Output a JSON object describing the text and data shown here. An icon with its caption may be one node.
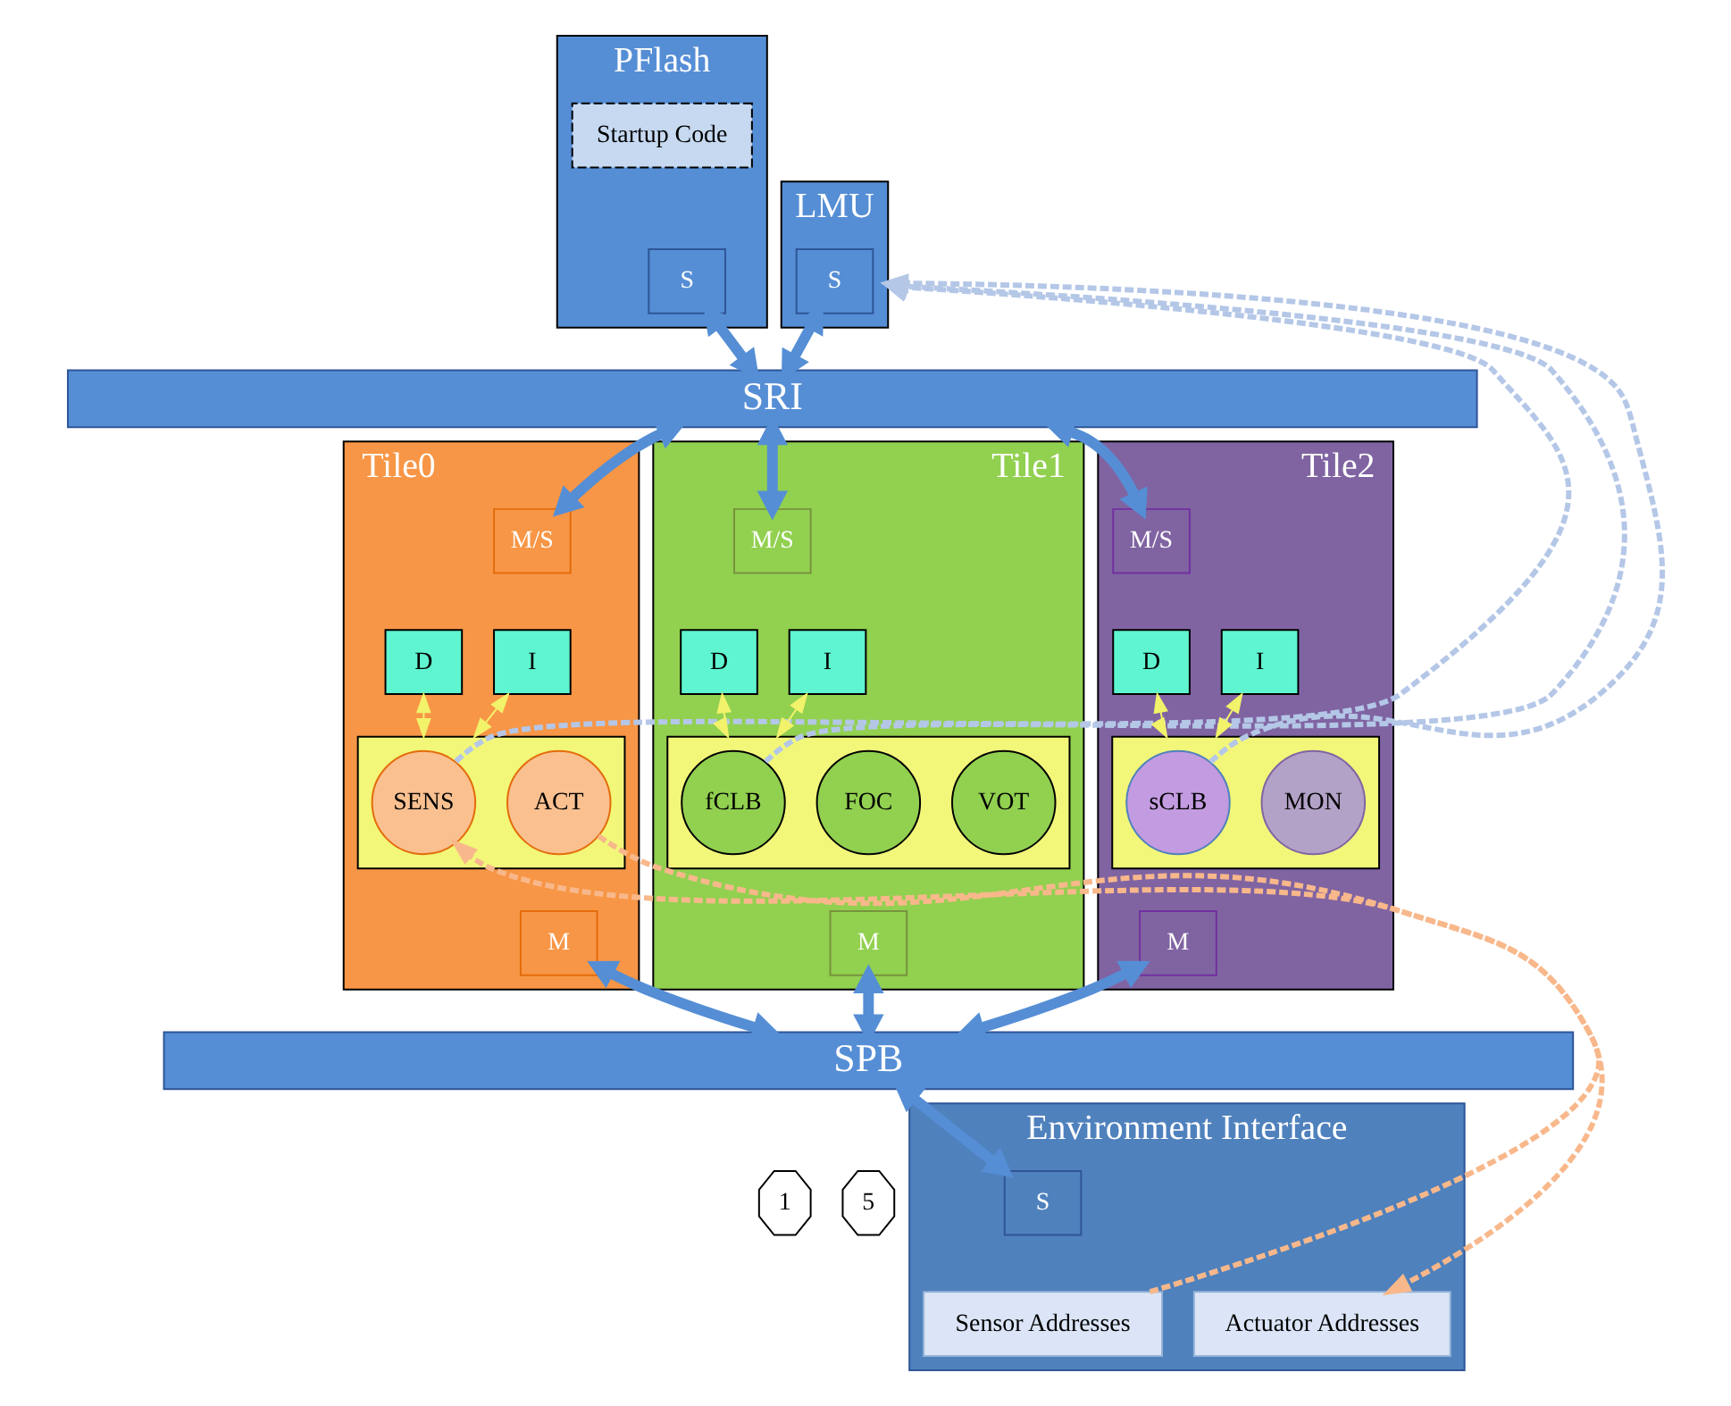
{
  "diagram": {
    "nodes": [
      {
        "text": [
          "PFlash"
        ]
      },
      {
        "text": [
          "Startup Code"
        ],
        "in": 0
      },
      {
        "text": [
          "S"
        ],
        "in": 0
      },
      {
        "text": [
          "LMU"
        ]
      },
      {
        "text": [
          "S"
        ],
        "in": 3
      },
      {
        "text": [
          "SRI"
        ]
      },
      {
        "text": [
          "Tile0"
        ]
      },
      {
        "text": [
          "M/S"
        ],
        "in": 6
      },
      {
        "text": [
          "D"
        ],
        "in": 6
      },
      {
        "text": [
          "I"
        ],
        "in": 6
      },
      {
        "text": [],
        "shape": "box",
        "in": 6
      },
      {
        "text": [
          "SENS"
        ],
        "in": 10
      },
      {
        "text": [
          "ACT"
        ],
        "in": 10
      },
      {
        "text": [
          "M"
        ],
        "in": 6
      },
      {
        "text": [
          "Tile1"
        ]
      },
      {
        "text": [
          "M/S"
        ],
        "in": 14
      },
      {
        "text": [
          "D"
        ],
        "in": 14
      },
      {
        "text": [
          "I"
        ],
        "in": 14
      },
      {
        "text": [],
        "shape": "box",
        "in": 14
      },
      {
        "text": [
          "fCLB"
        ],
        "in": 18
      },
      {
        "text": [
          "FOC"
        ],
        "in": 18
      },
      {
        "text": [
          "VOT"
        ],
        "in": 18
      },
      {
        "text": [
          "M"
        ],
        "in": 14
      },
      {
        "text": [
          "Tile2"
        ]
      },
      {
        "text": [
          "M/S"
        ],
        "in": 23
      },
      {
        "text": [
          "D"
        ],
        "in": 23
      },
      {
        "text": [
          "I"
        ],
        "in": 23
      },
      {
        "text": [],
        "shape": "box",
        "in": 23
      },
      {
        "text": [
          "sCLB"
        ],
        "in": 27
      },
      {
        "text": [
          "MON"
        ],
        "in": 27
      },
      {
        "text": [
          "M"
        ],
        "in": 23
      },
      {
        "text": [
          "SPB"
        ]
      },
      {
        "text": [
          "1"
        ]
      },
      {
        "text": [
          "5"
        ]
      },
      {
        "text": [
          "Environment Interface"
        ]
      },
      {
        "text": [
          "S"
        ],
        "in": 34
      },
      {
        "text": [
          "Sensor Addresses"
        ],
        "in": 34
      },
      {
        "text": [
          "Actuator Addresses"
        ],
        "in": 34
      }
    ],
    "edges": [
      {
        "from": 2,
        "to": 5,
        "arrow": "both",
        "style": "thick"
      },
      {
        "from": 4,
        "to": 5,
        "arrow": "both",
        "style": "thick"
      },
      {
        "from": 5,
        "to": 7,
        "arrow": "both",
        "style": "thick"
      },
      {
        "from": 5,
        "to": 15,
        "arrow": "both",
        "style": "thick"
      },
      {
        "from": 5,
        "to": 24,
        "arrow": "both",
        "style": "thick"
      },
      {
        "from": 13,
        "to": 31,
        "arrow": "both",
        "style": "thick"
      },
      {
        "from": 22,
        "to": 31,
        "arrow": "both",
        "style": "thick"
      },
      {
        "from": 30,
        "to": 31,
        "arrow": "both",
        "style": "thick"
      },
      {
        "from": 31,
        "to": 35,
        "arrow": "both",
        "style": "thick"
      },
      {
        "from": 8,
        "to": 10,
        "arrow": "both",
        "color": "#f2f26b"
      },
      {
        "from": 9,
        "to": 10,
        "arrow": "both",
        "color": "#f2f26b"
      },
      {
        "from": 16,
        "to": 18,
        "arrow": "both",
        "color": "#f2f26b"
      },
      {
        "from": 17,
        "to": 18,
        "arrow": "both",
        "color": "#f2f26b"
      },
      {
        "from": 25,
        "to": 27,
        "arrow": "both",
        "color": "#f2f26b"
      },
      {
        "from": 26,
        "to": 27,
        "arrow": "both",
        "color": "#f2f26b"
      },
      {
        "from": 11,
        "to": 3,
        "arrow": "to",
        "style": "dashed",
        "color": "#b4c7e7"
      },
      {
        "from": 19,
        "to": 3,
        "arrow": "to",
        "style": "dashed",
        "color": "#b4c7e7"
      },
      {
        "from": 28,
        "to": 3,
        "arrow": "to",
        "style": "dashed",
        "color": "#b4c7e7"
      },
      {
        "from": 36,
        "to": 11,
        "arrow": "to",
        "style": "dashed",
        "color": "#f8b88b"
      },
      {
        "from": 12,
        "to": 37,
        "arrow": "to",
        "style": "dashed",
        "color": "#f8b88b"
      }
    ]
  }
}
